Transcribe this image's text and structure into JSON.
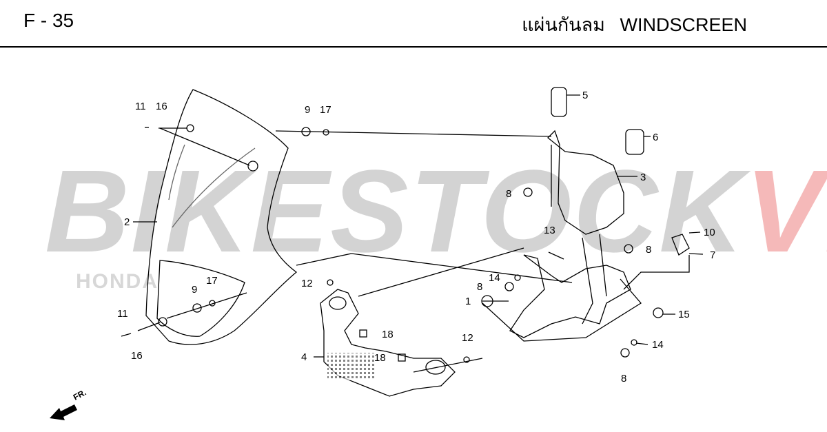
{
  "header": {
    "code": "F - 35",
    "title_thai": "แผ่นกันลม",
    "title_en": "WINDSCREEN"
  },
  "watermark": {
    "part1": "BIKESTOCK",
    "part2": "VN",
    "sub": "HONDA"
  },
  "direction": "FR.",
  "callouts": [
    {
      "id": "c11a",
      "text": "11"
    },
    {
      "id": "c16a",
      "text": "16"
    },
    {
      "id": "c9a",
      "text": "9"
    },
    {
      "id": "c17a",
      "text": "17"
    },
    {
      "id": "c5",
      "text": "5"
    },
    {
      "id": "c6",
      "text": "6"
    },
    {
      "id": "c3",
      "text": "3"
    },
    {
      "id": "c8a",
      "text": "8"
    },
    {
      "id": "c2",
      "text": "2"
    },
    {
      "id": "c13",
      "text": "13"
    },
    {
      "id": "c10",
      "text": "10"
    },
    {
      "id": "c8b",
      "text": "8"
    },
    {
      "id": "c7",
      "text": "7"
    },
    {
      "id": "c12a",
      "text": "12"
    },
    {
      "id": "c14a",
      "text": "14"
    },
    {
      "id": "c8c",
      "text": "8"
    },
    {
      "id": "c9b",
      "text": "9"
    },
    {
      "id": "c17b",
      "text": "17"
    },
    {
      "id": "c1",
      "text": "1"
    },
    {
      "id": "c15",
      "text": "15"
    },
    {
      "id": "c11b",
      "text": "11"
    },
    {
      "id": "c18a",
      "text": "18"
    },
    {
      "id": "c12b",
      "text": "12"
    },
    {
      "id": "c14b",
      "text": "14"
    },
    {
      "id": "c16b",
      "text": "16"
    },
    {
      "id": "c4",
      "text": "4"
    },
    {
      "id": "c18b",
      "text": "18"
    },
    {
      "id": "c8d",
      "text": "8"
    }
  ]
}
